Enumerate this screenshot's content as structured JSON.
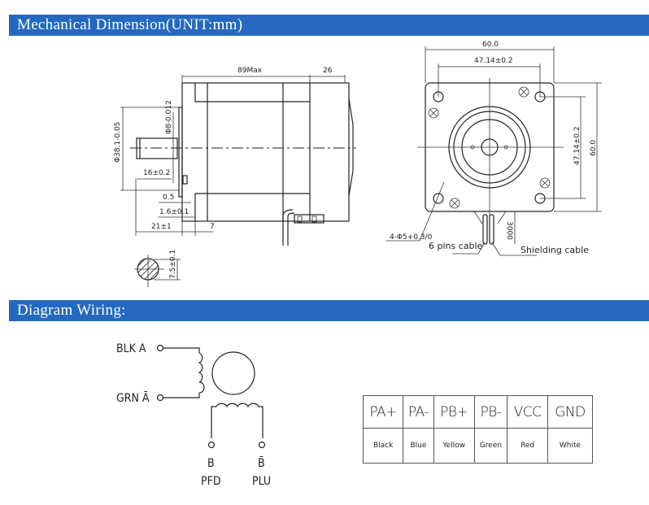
{
  "sections": {
    "mechanical_title": "Mechanical Dimension(UNIT:mm)",
    "wiring_title": "Diagram Wiring:"
  },
  "side_view": {
    "length_label": "89Max",
    "rear_label": "26",
    "flange_dia_label": "Φ38.1-0.05",
    "shaft_dia_label": "Φ8-0.012",
    "shaft_len_label": "16±0.2",
    "gap_label": "0.5",
    "flange_thk_label": "1.6±0.1",
    "shaft_ext_label": "21±1",
    "boss_label": "7",
    "flat_label": "7.5±0.1"
  },
  "front_view": {
    "width_label": "60.0",
    "hole_spacing_label": "47.14±0.2",
    "height_label": "60.0",
    "hole_spacing_v_label": "47.14±0.2",
    "hole_label": "4-Φ5+0.3/0",
    "cable_len_label": "3000",
    "six_pin_cable_label": "6 pins cable",
    "shield_cable_label": "Shielding cable"
  },
  "wiring": {
    "coil_a_plus": "BLK  A",
    "coil_a_minus": "GRN  Ā",
    "coil_b_plus_pin": "B",
    "coil_b_minus_pin": "B̄",
    "coil_b_plus_color": "PFD",
    "coil_b_minus_color": "PLU"
  },
  "pin_table": {
    "signals": [
      "PA+",
      "PA-",
      "PB+",
      "PB-",
      "VCC",
      "GND"
    ],
    "colors": [
      "Black",
      "Blue",
      "Yellow",
      "Green",
      "Red",
      "White"
    ]
  }
}
